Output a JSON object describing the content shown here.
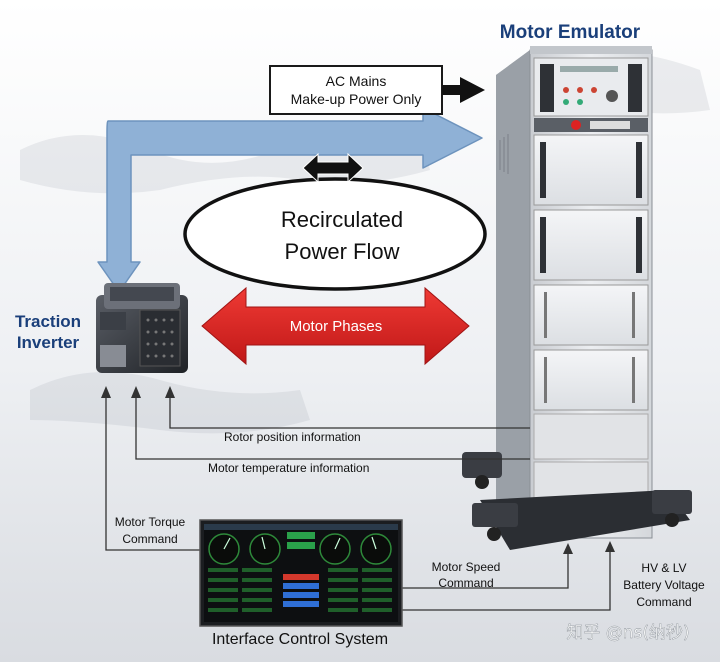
{
  "titles": {
    "motor_emulator": "Motor Emulator",
    "traction_inverter_line1": "Traction",
    "traction_inverter_line2": "Inverter",
    "interface_control_system": "Interface Control System"
  },
  "labels": {
    "ac_mains_line1": "AC Mains",
    "ac_mains_line2": "Make-up Power Only",
    "recirculated_line1": "Recirculated",
    "recirculated_line2": "Power Flow",
    "motor_phases": "Motor Phases",
    "rotor_position": "Rotor position information",
    "motor_temperature": "Motor temperature  information",
    "motor_torque_line1": "Motor Torque",
    "motor_torque_line2": "Command",
    "motor_speed_line1": "Motor Speed",
    "motor_speed_line2": "Command",
    "hv_lv_line1": "HV & LV",
    "hv_lv_line2": "Battery Voltage",
    "hv_lv_line3": "Command"
  },
  "watermark": "知乎 @ns(纳秒)",
  "colors": {
    "title_blue": "#1a3f7a",
    "flow_arrow_fill": "#8fb1d6",
    "flow_arrow_stroke": "#6d93bd",
    "motor_phases_red": "#d42020",
    "signal_line": "#333333"
  },
  "icons": {
    "motor_emulator": "equipment-rack-icon",
    "traction_inverter": "inverter-unit-icon",
    "interface_control_system": "control-screen-icon"
  }
}
